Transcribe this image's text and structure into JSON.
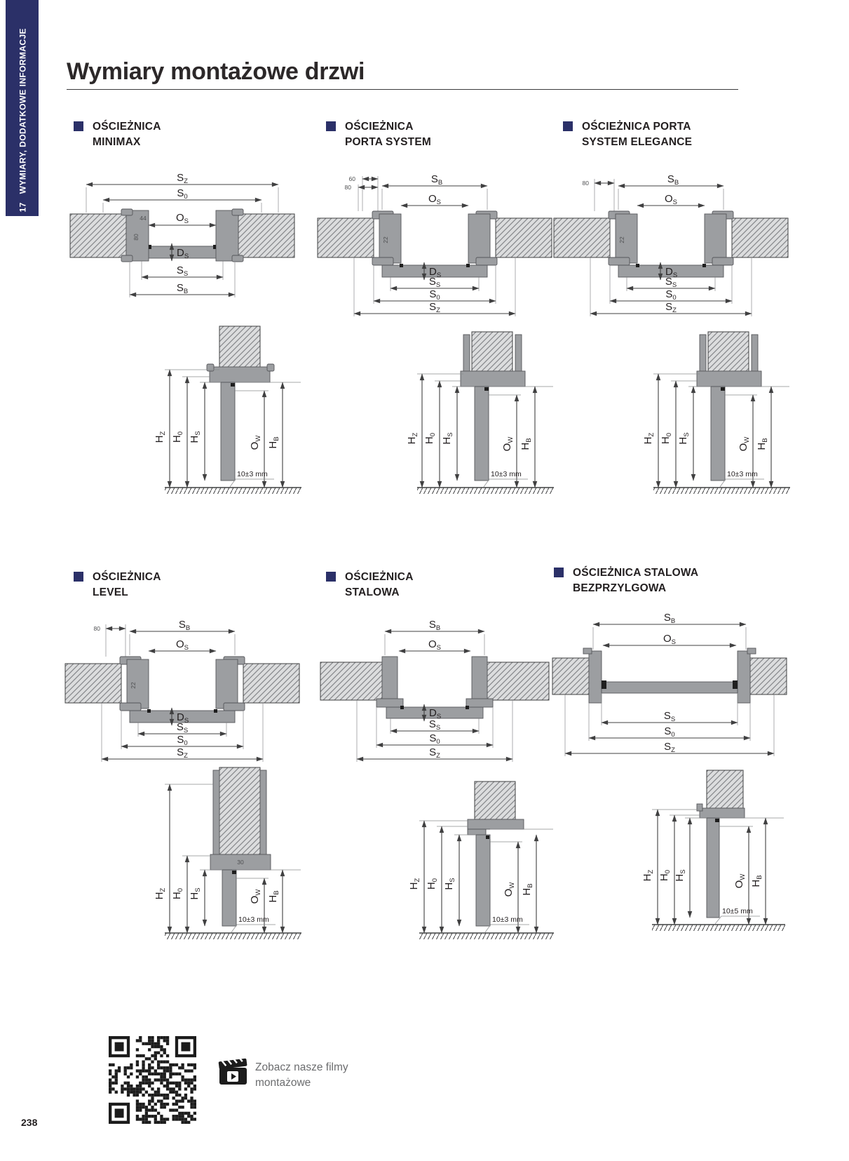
{
  "page": {
    "number": "238",
    "title": "Wymiary montażowe drzwi"
  },
  "sidebar": {
    "chapter": "17",
    "label": "WYMIARY, DODATKOWE INFORMACJE"
  },
  "video": {
    "line1": "Zobacz nasze filmy",
    "line2": "montażowe"
  },
  "symbols": {
    "sz": {
      "m": "S",
      "s": "Z"
    },
    "s0": {
      "m": "S",
      "s": "0"
    },
    "os": {
      "m": "O",
      "s": "S"
    },
    "ds": {
      "m": "D",
      "s": "S"
    },
    "ss": {
      "m": "S",
      "s": "S"
    },
    "sb": {
      "m": "S",
      "s": "B"
    },
    "hz": {
      "m": "H",
      "s": "Z"
    },
    "h0": {
      "m": "H",
      "s": "0"
    },
    "hs": {
      "m": "H",
      "s": "S"
    },
    "ow": {
      "m": "O",
      "s": "W"
    },
    "hb": {
      "m": "H",
      "s": "B"
    }
  },
  "sections": [
    {
      "title1": "OŚCIEŻNICA",
      "title2": "MINIMAX",
      "small": {
        "a": "44",
        "b": "80"
      },
      "note": "10±3 mm"
    },
    {
      "title1": "OŚCIEŻNICA",
      "title2": "PORTA SYSTEM",
      "small": {
        "a": "60",
        "b": "80",
        "c": "22"
      },
      "note": "10±3 mm"
    },
    {
      "title1": "OŚCIEŻNICA PORTA",
      "title2": "SYSTEM ELEGANCE",
      "small": {
        "b": "80",
        "c": "22"
      },
      "note": "10±3 mm"
    },
    {
      "title1": "OŚCIEŻNICA",
      "title2": "LEVEL",
      "small": {
        "b": "80",
        "c": "22",
        "d": "30"
      },
      "note": "10±3 mm"
    },
    {
      "title1": "OŚCIEŻNICA",
      "title2": "STALOWA",
      "small": {},
      "note": "10±3 mm"
    },
    {
      "title1": "OŚCIEŻNICA STALOWA",
      "title2": "BEZPRZYLGOWA",
      "small": {},
      "note": "10±5 mm"
    }
  ],
  "colors": {
    "navy": "#2b3068",
    "ink": "#231f20",
    "frame_gray": "#9c9ea1",
    "wall_fill": "#dcddde"
  }
}
